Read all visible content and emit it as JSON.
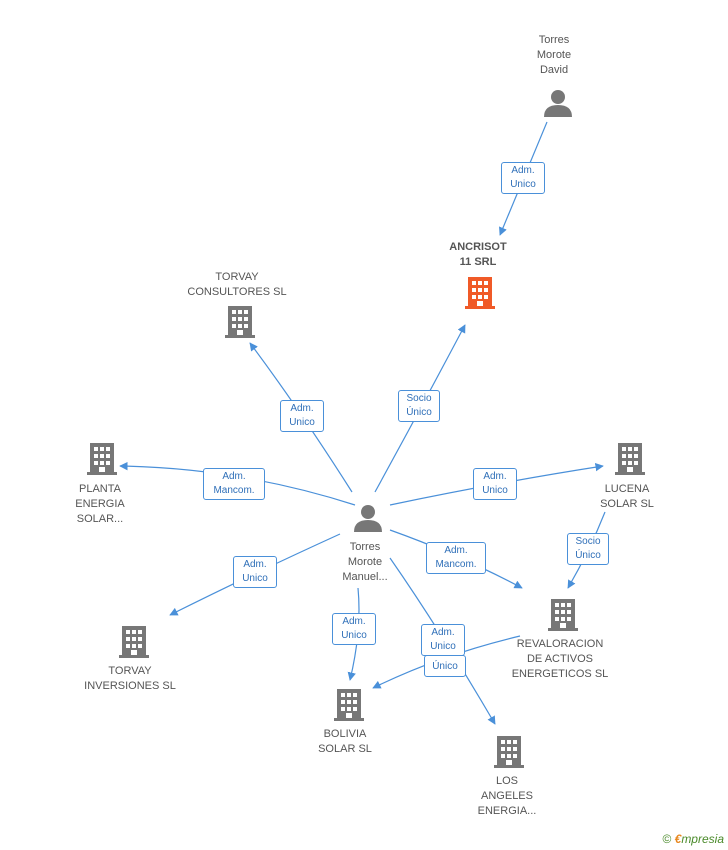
{
  "nodes": {
    "torres_morote_david": {
      "label": "Torres\nMorote\nDavid",
      "type": "person"
    },
    "ancrisot": {
      "label": "ANCRISOT\n11 SRL",
      "type": "company-focus"
    },
    "torvay_consultores": {
      "label": "TORVAY\nCONSULTORES SL",
      "type": "company"
    },
    "planta_energia": {
      "label": "PLANTA\nENERGIA\nSOLAR...",
      "type": "company"
    },
    "lucena_solar": {
      "label": "LUCENA\nSOLAR SL",
      "type": "company"
    },
    "torres_morote_manuel": {
      "label": "Torres\nMorote\nManuel...",
      "type": "person"
    },
    "torvay_inversiones": {
      "label": "TORVAY\nINVERSIONES SL",
      "type": "company"
    },
    "revaloracion": {
      "label": "REVALORACION\nDE ACTIVOS\nENERGETICOS SL",
      "type": "company"
    },
    "bolivia_solar": {
      "label": "BOLIVIA\nSOLAR SL",
      "type": "company"
    },
    "los_angeles": {
      "label": "LOS\nANGELES\nENERGIA...",
      "type": "company"
    }
  },
  "edges": {
    "david_ancrisot": "Adm.\nUnico",
    "manuel_ancrisot": "Socio\nÚnico",
    "manuel_torvay_consultores": "Adm.\nUnico",
    "manuel_planta": "Adm.\nMancom.",
    "manuel_lucena": "Adm.\nUnico",
    "lucena_revaloracion": "Socio\nÚnico",
    "manuel_revaloracion": "Adm.\nMancom.",
    "manuel_torvay_inversiones": "Adm.\nUnico",
    "manuel_bolivia": "Adm.\nUnico",
    "manuel_los_angeles": "Adm.\nUnico",
    "revaloracion_bolivia": "Único"
  },
  "colors": {
    "edge": "#4a90d9",
    "node_icon": "#777777",
    "focus_icon": "#f05a28"
  },
  "footer": {
    "copyright": "©",
    "brand_first": "€",
    "brand_rest": "mpresia"
  }
}
